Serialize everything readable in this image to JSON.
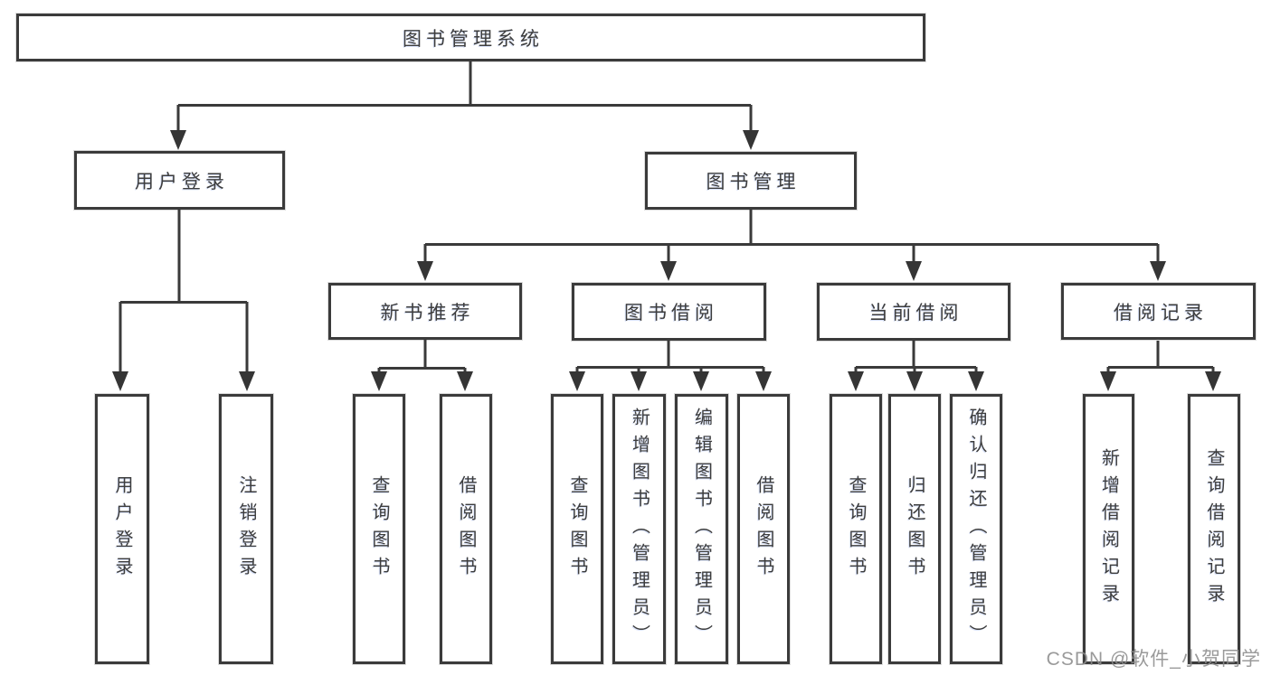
{
  "tree": {
    "root": {
      "label": "图书管理系统"
    },
    "user_login": {
      "label": "用户登录",
      "children": [
        {
          "label": "用户登录"
        },
        {
          "label": "注销登录"
        }
      ]
    },
    "book_mgmt": {
      "label": "图书管理",
      "children": [
        {
          "label": "新书推荐",
          "children": [
            {
              "label": "查询图书"
            },
            {
              "label": "借阅图书"
            }
          ]
        },
        {
          "label": "图书借阅",
          "children": [
            {
              "label": "查询图书"
            },
            {
              "label": "新增图书（管理员）"
            },
            {
              "label": "编辑图书（管理员）"
            },
            {
              "label": "借阅图书"
            }
          ]
        },
        {
          "label": "当前借阅",
          "children": [
            {
              "label": "查询图书"
            },
            {
              "label": "归还图书"
            },
            {
              "label": "确认归还（管理员）"
            }
          ]
        },
        {
          "label": "借阅记录",
          "children": [
            {
              "label": "新增借阅记录"
            },
            {
              "label": "查询借阅记录"
            }
          ]
        }
      ]
    }
  },
  "watermark": {
    "text": "CSDN @软件_小贺同学"
  },
  "colors": {
    "line": "#3a3a3a",
    "border": "#3b3b3b",
    "text": "#3d3d3d",
    "watermark": "#8c8c8c",
    "background": "#ffffff"
  }
}
